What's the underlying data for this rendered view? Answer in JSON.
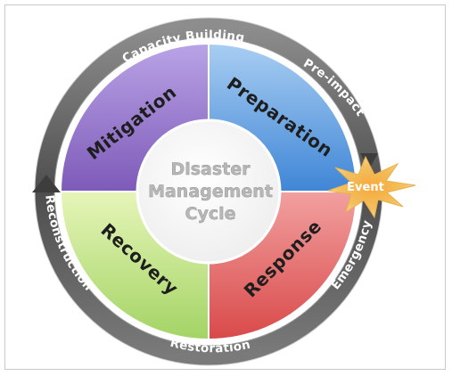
{
  "diagram": {
    "center": [
      "Disaster",
      "Management",
      "Cycle"
    ],
    "quadrants": {
      "mitigation": "Mitigation",
      "preparation": "Preparation",
      "response": "Response",
      "recovery": "Recovery"
    },
    "ring": {
      "top": "Capacity Building",
      "top_right": "Pre-impact",
      "right": "Emergency",
      "bottom": "Restoration",
      "left": "Reconstruction"
    },
    "event": "Event",
    "colors": {
      "mitigation": "#8c6bc2",
      "preparation": "#4f97df",
      "response": "#e06060",
      "recovery": "#a9d86a",
      "ring": "#5a5a5a",
      "event": "#f0a020"
    }
  }
}
